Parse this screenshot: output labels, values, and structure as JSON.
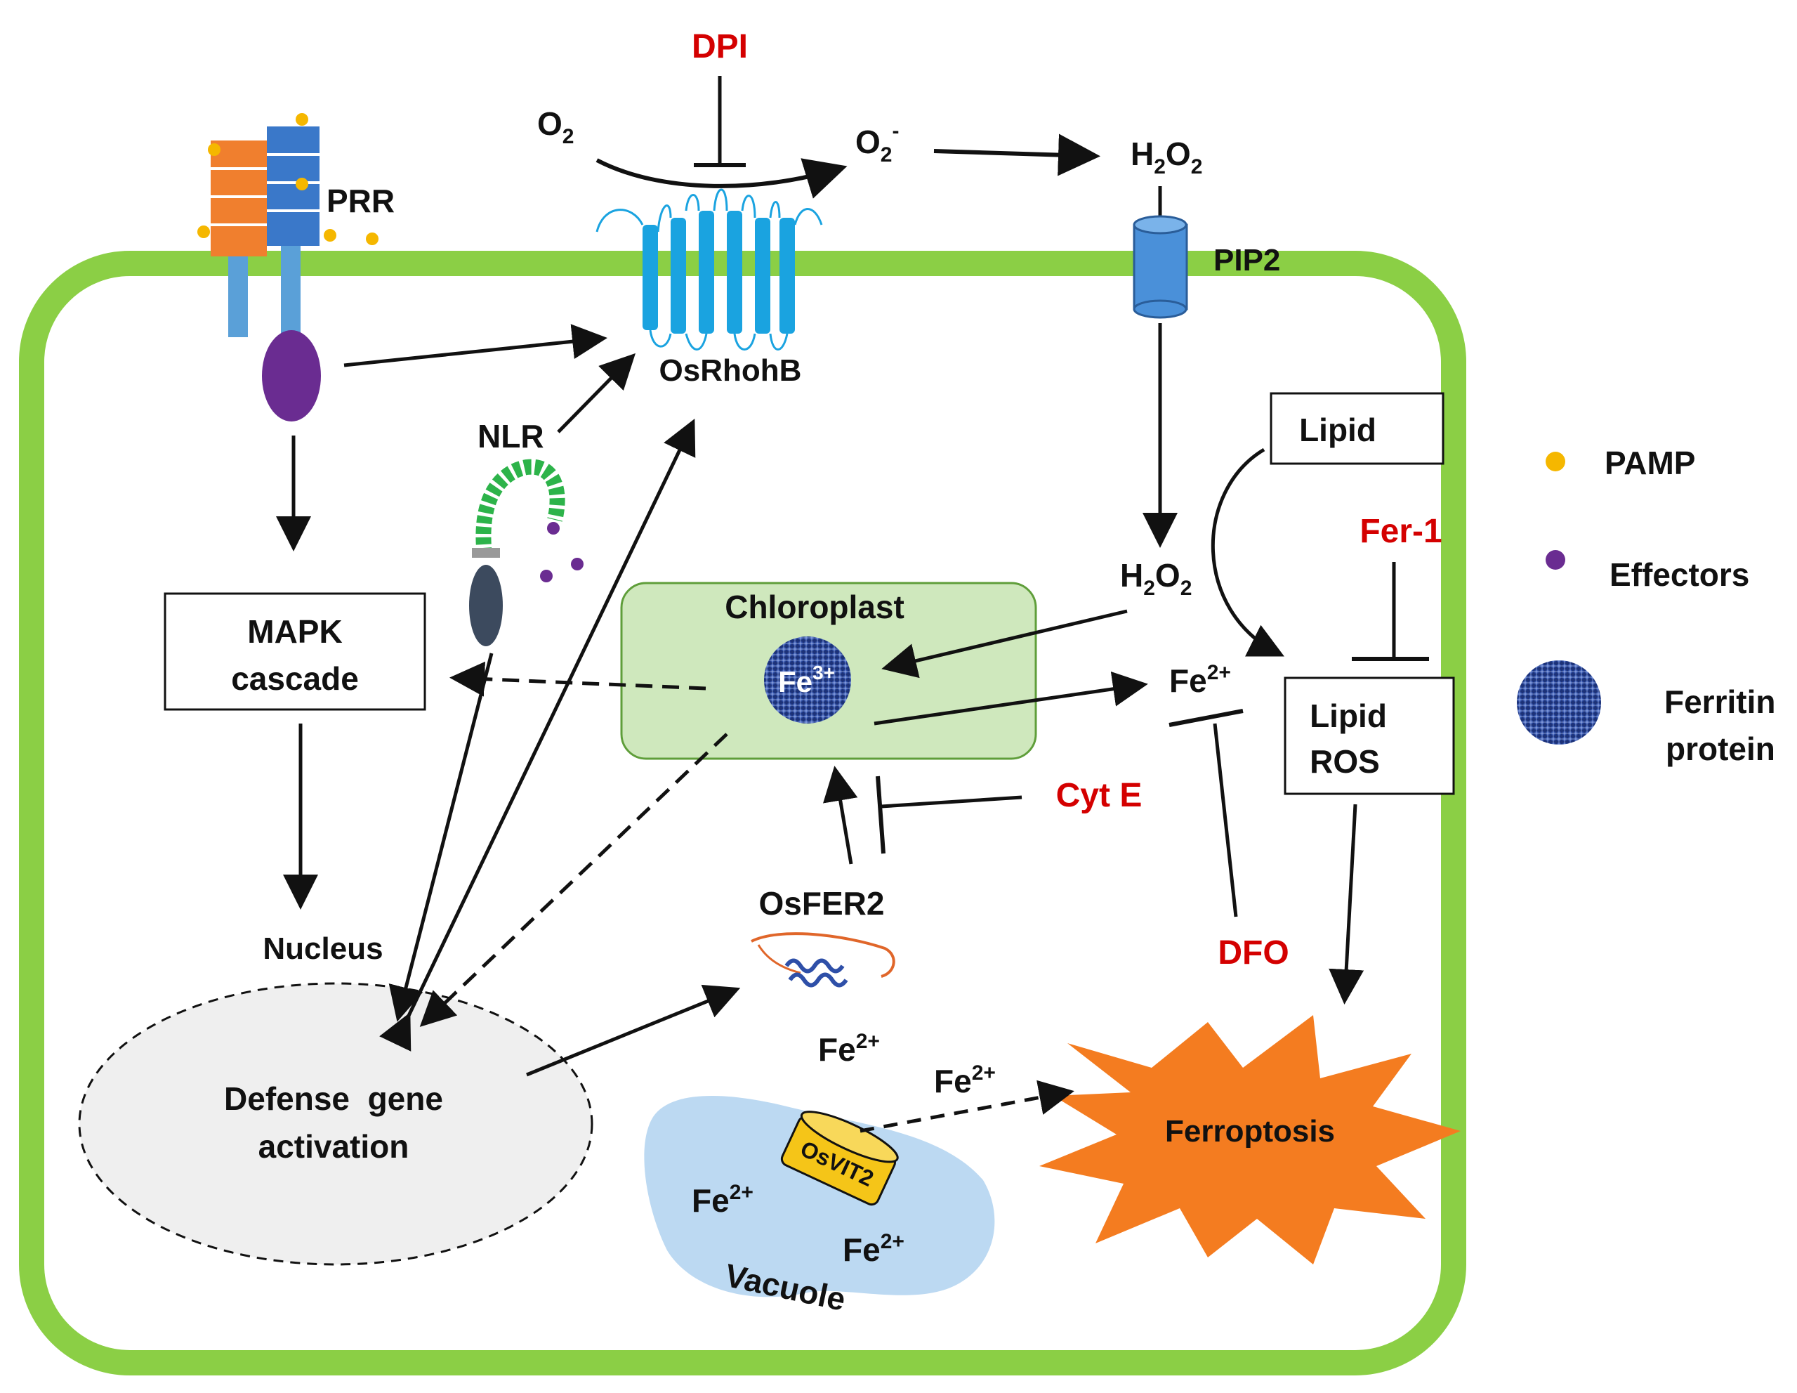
{
  "labels": {
    "dpi": "DPI",
    "o2": "O",
    "o2_sub": "2",
    "o2minus": "O",
    "o2minus_sub": "2",
    "o2minus_sup": "-",
    "h2o2_top_a": "H",
    "h2o2_top_sub1": "2",
    "h2o2_top_b": "O",
    "h2o2_top_sub2": "2",
    "prr": "PRR",
    "pip2": "PIP2",
    "osrhohb": "OsRhohB",
    "nlr": "NLR",
    "lipid": "Lipid",
    "h2o2_mid_a": "H",
    "h2o2_mid_sub1": "2",
    "h2o2_mid_b": "O",
    "h2o2_mid_sub2": "2",
    "fer1": "Fer-1",
    "mapk_1": "MAPK",
    "mapk_2": "cascade",
    "chloroplast": "Chloroplast",
    "fe3": "Fe",
    "fe3_sup": "3+",
    "fe2_mid": "Fe",
    "fe2_mid_sup": "2+",
    "lipid_ros_1": "Lipid",
    "lipid_ros_2": "ROS",
    "cyt_e": "Cyt E",
    "osfer2": "OsFER2",
    "dfo": "DFO",
    "nucleus": "Nucleus",
    "defense_1": "Defense  gene",
    "defense_2": "activation",
    "fe2_a": "Fe",
    "fe2_a_sup": "2+",
    "fe2_b": "Fe",
    "fe2_b_sup": "2+",
    "fe2_c": "Fe",
    "fe2_c_sup": "2+",
    "fe2_d": "Fe",
    "fe2_d_sup": "2+",
    "osvit2": "OsVIT2",
    "vacuole": "Vacuole",
    "ferroptosis": "Ferroptosis"
  },
  "legend": [
    {
      "label": "PAMP",
      "color": "#f5b700"
    },
    {
      "label": "Effectors",
      "color": "#6a2c91"
    },
    {
      "label_1": "Ferritin",
      "label_2": "protein",
      "color": "#2e4fa8"
    }
  ],
  "colors": {
    "cell_wall": "#8bcf45",
    "chloroplast_fill": "#cfe8bd",
    "vacuole_fill": "#bcd9f2",
    "ferroptosis_fill": "#f47c20",
    "osrhohb": "#1aa3e0",
    "pip2": "#4a90d9",
    "prr_orange": "#f07f2e",
    "prr_blue": "#3a78c9",
    "nlr_green": "#2db34a",
    "inhibitor_red": "#d40000"
  }
}
